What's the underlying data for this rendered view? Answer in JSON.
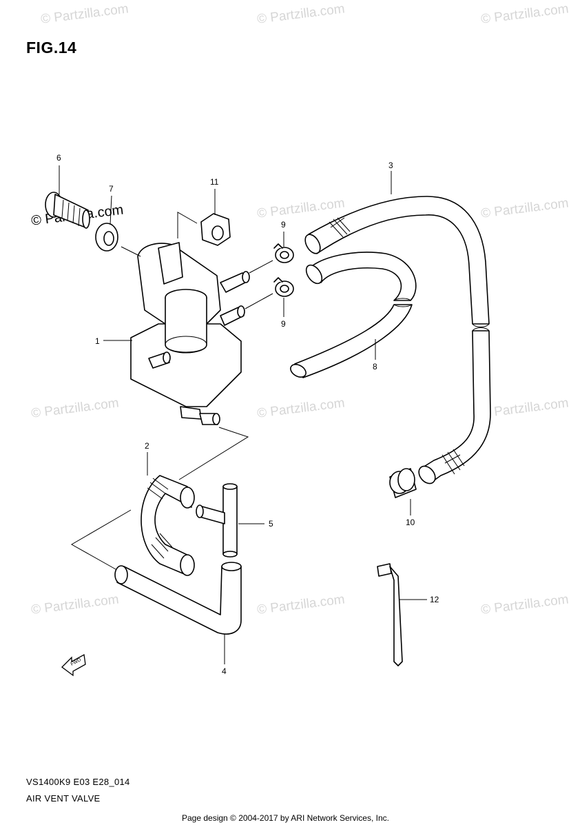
{
  "figure": {
    "title": "FIG.14"
  },
  "watermark": {
    "text": "© Partzilla.com"
  },
  "callouts": {
    "c1": "1",
    "c2": "2",
    "c3": "3",
    "c4": "4",
    "c5": "5",
    "c6": "6",
    "c7": "7",
    "c8": "8",
    "c9a": "9",
    "c9b": "9",
    "c10": "10",
    "c11": "11",
    "c12": "12"
  },
  "fwd_label": "FWD",
  "diagram_code": "VS1400K9 E03 E28_014",
  "diagram_name": "AIR VENT VALVE",
  "footer": "Page design © 2004-2017 by ARI Network Services, Inc.",
  "icons": {
    "fwd_arrow": "fwd-arrow-icon"
  }
}
